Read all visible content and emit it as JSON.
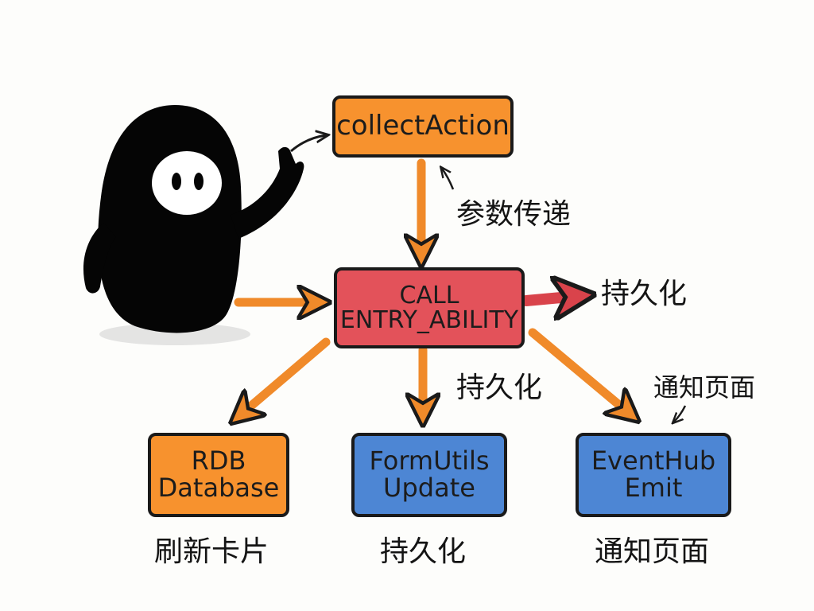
{
  "nodes": {
    "collect_action": "collectAction",
    "call_entry_ability": "CALL\nENTRY_ABILITY",
    "rdb_database": "RDB\nDatabase",
    "formutils_update": "FormUtils\nUpdate",
    "eventhub_emit": "EventHub\nEmit"
  },
  "labels": {
    "param_pass": "参数传递",
    "persist_right": "持久化",
    "persist_center": "持久化",
    "notify_page_top": "通知页面",
    "refresh_card": "刷新卡片",
    "persist_bottom": "持久化",
    "notify_page_bottom": "通知页面"
  },
  "colors": {
    "orange": "#f7922e",
    "red": "#e3525a",
    "blue": "#4d86d4",
    "arrow_orange": "#f08a2a",
    "arrow_red": "#d9434b",
    "outline": "#1a1a1a"
  },
  "icons": [
    "mascot-figure"
  ]
}
